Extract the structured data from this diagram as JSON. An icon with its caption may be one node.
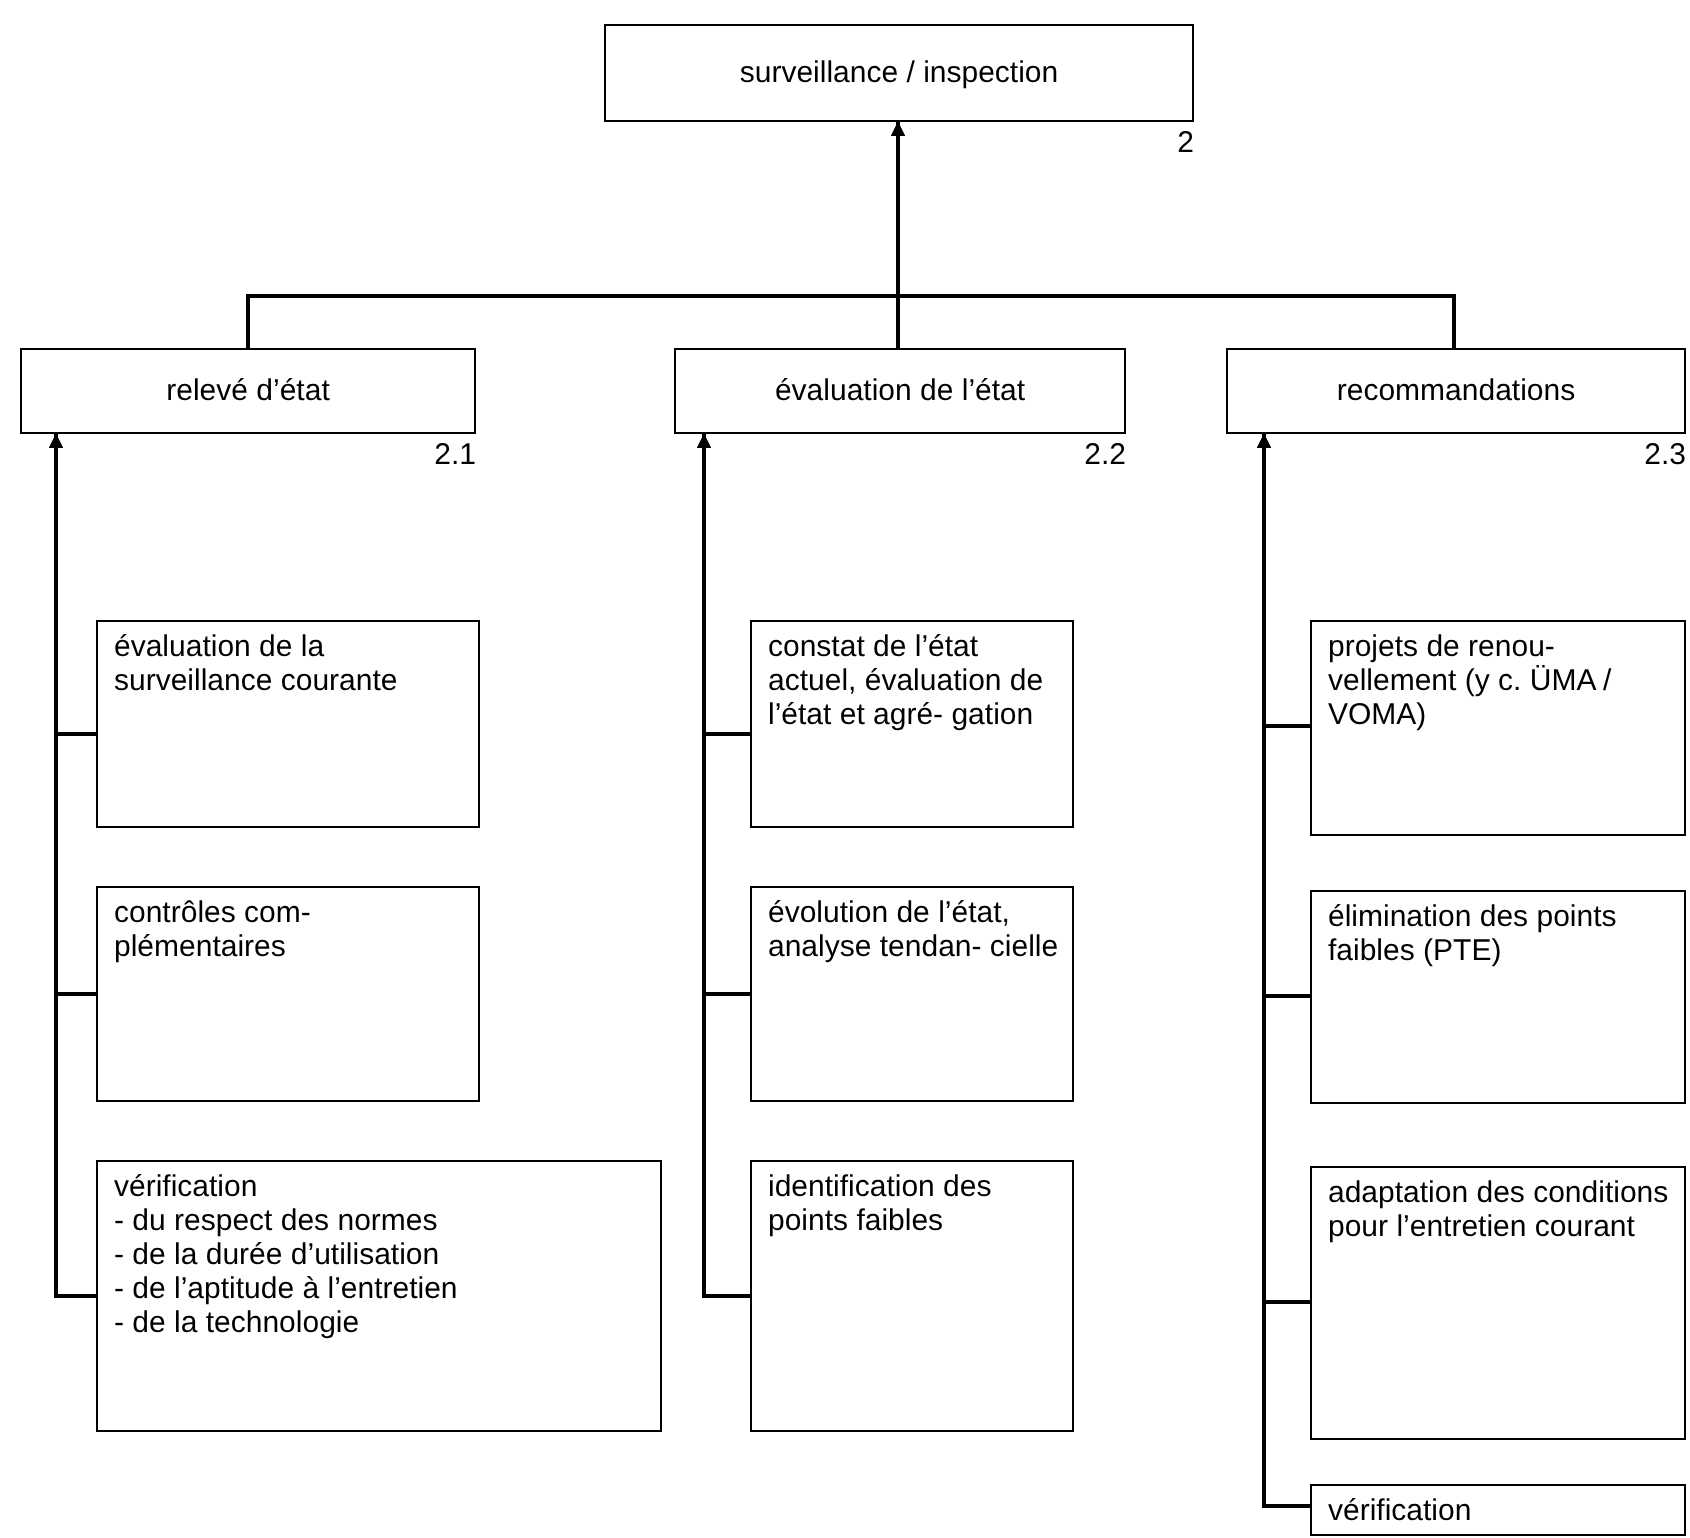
{
  "diagram": {
    "nodes": [
      {
        "text": [
          "surveillance / inspection"
        ],
        "beside": [
          "2"
        ]
      },
      {
        "text": [
          "relevé d’état"
        ],
        "beside": [
          "2.1"
        ]
      },
      {
        "text": [
          "évaluation de l’état"
        ],
        "beside": [
          "2.2"
        ]
      },
      {
        "text": [
          "recommandations"
        ],
        "beside": [
          "2.3"
        ]
      },
      {
        "text": [
          "évaluation de la surveillance courante"
        ]
      },
      {
        "text": [
          "contrôles com- plémentaires"
        ]
      },
      {
        "text": [
          "vérification",
          "- du respect des normes",
          "- de la durée d’utilisation",
          "- de l’aptitude à l’entretien",
          "- de la technologie"
        ]
      },
      {
        "text": [
          "constat de l’état actuel, évaluation de l’état et agré- gation"
        ]
      },
      {
        "text": [
          "évolution de l’état, analyse tendan- cielle"
        ]
      },
      {
        "text": [
          "identification des points faibles"
        ]
      },
      {
        "text": [
          "projets de renou- vellement (y c. ÜMA / VOMA)"
        ]
      },
      {
        "text": [
          "élimination des points faibles (PTE)"
        ]
      },
      {
        "text": [
          "adaptation des conditions pour l’entretien courant"
        ]
      },
      {
        "text": [
          "vérification"
        ]
      }
    ],
    "edges": [
      {
        "from": 1,
        "to": 0,
        "arrow": "to"
      },
      {
        "from": 2,
        "to": 0,
        "arrow": "to"
      },
      {
        "from": 3,
        "to": 0,
        "arrow": "to"
      },
      {
        "from": 4,
        "to": 1,
        "arrow": "to"
      },
      {
        "from": 5,
        "to": 1,
        "arrow": "to"
      },
      {
        "from": 6,
        "to": 1,
        "arrow": "to"
      },
      {
        "from": 7,
        "to": 2,
        "arrow": "to"
      },
      {
        "from": 8,
        "to": 2,
        "arrow": "to"
      },
      {
        "from": 9,
        "to": 2,
        "arrow": "to"
      },
      {
        "from": 10,
        "to": 3,
        "arrow": "to"
      },
      {
        "from": 11,
        "to": 3,
        "arrow": "to"
      },
      {
        "from": 12,
        "to": 3,
        "arrow": "to"
      },
      {
        "from": 13,
        "to": 3,
        "arrow": "to"
      }
    ]
  }
}
